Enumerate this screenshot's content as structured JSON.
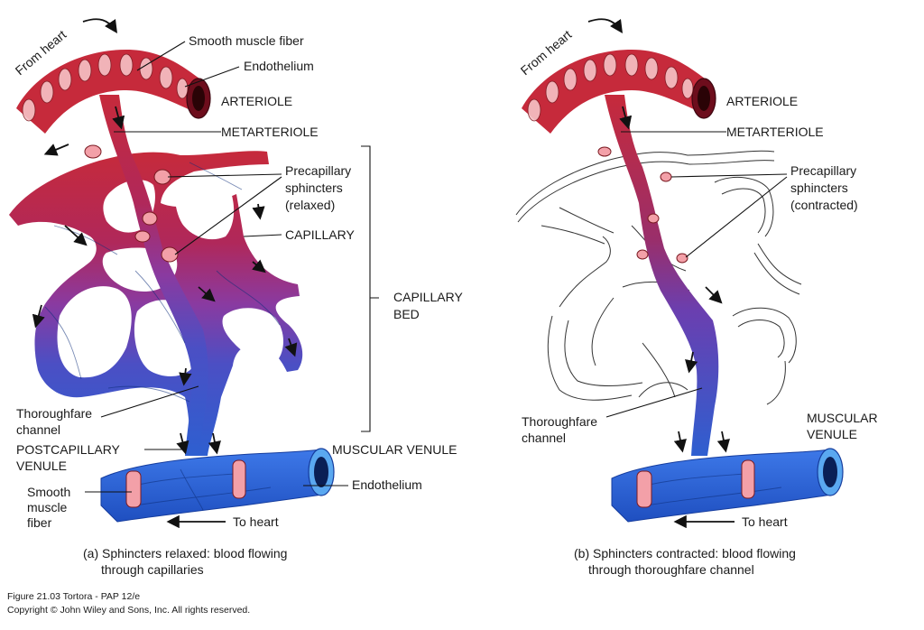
{
  "panel_a": {
    "from_heart": "From heart",
    "smooth_muscle_fiber_top": "Smooth muscle fiber",
    "endothelium_top": "Endothelium",
    "arteriole": "ARTERIOLE",
    "metarteriole": "METARTERIOLE",
    "precapillary_line1": "Precapillary",
    "precapillary_line2": "sphincters",
    "precapillary_line3": "(relaxed)",
    "capillary": "CAPILLARY",
    "capillary_bed_line1": "CAPILLARY",
    "capillary_bed_line2": "BED",
    "thoroughfare_line1": "Thoroughfare",
    "thoroughfare_line2": "channel",
    "postcapillary_line1": "POSTCAPILLARY",
    "postcapillary_line2": "VENULE",
    "muscular_venule": "MUSCULAR VENULE",
    "endothelium_bottom": "Endothelium",
    "smooth_line1": "Smooth",
    "smooth_line2": "muscle",
    "smooth_line3": "fiber",
    "to_heart": "To heart",
    "caption_line1": "(a) Sphincters relaxed: blood flowing",
    "caption_line2": "through capillaries"
  },
  "panel_b": {
    "from_heart": "From heart",
    "arteriole": "ARTERIOLE",
    "metarteriole": "METARTERIOLE",
    "precapillary_line1": "Precapillary",
    "precapillary_line2": "sphincters",
    "precapillary_line3": "(contracted)",
    "thoroughfare_line1": "Thoroughfare",
    "thoroughfare_line2": "channel",
    "muscular_line1": "MUSCULAR",
    "muscular_line2": "VENULE",
    "to_heart": "To heart",
    "caption_line1": "(b) Sphincters contracted: blood flowing",
    "caption_line2": "through thoroughfare channel"
  },
  "credit": {
    "line1": "Figure 21.03  Tortora - PAP 12/e",
    "line2": "Copyright © John Wiley and Sons, Inc. All rights reserved."
  },
  "colors": {
    "arterial": "#c62a3b",
    "mid": "#8a3aa0",
    "venous": "#2e5fd0",
    "sphincter": "#f3a0a8"
  }
}
